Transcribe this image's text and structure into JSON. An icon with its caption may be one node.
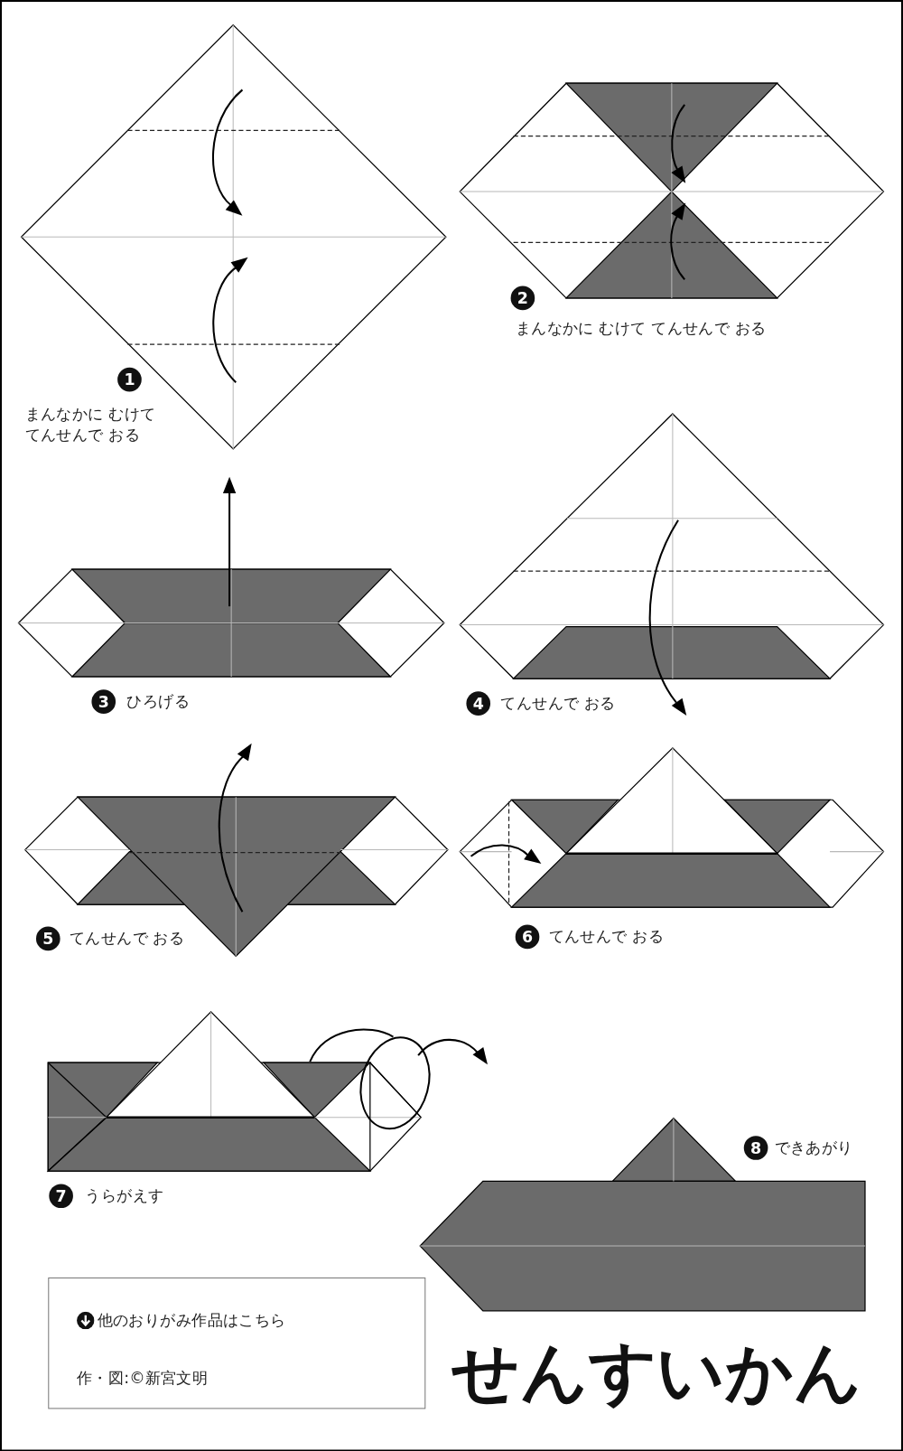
{
  "diagram": {
    "title": "せんすいかん",
    "nodes": [
      {
        "text": [
          "1"
        ],
        "beside": [
          "まんなかに むけててんせんで おる"
        ]
      },
      {
        "text": [
          "2"
        ],
        "beside": [
          "まんなかに むけて てんせんで おる"
        ]
      },
      {
        "text": [
          "3"
        ],
        "beside": [
          "ひろげる"
        ]
      },
      {
        "text": [
          "4"
        ],
        "beside": [
          "てんせんで おる"
        ]
      },
      {
        "text": [
          "5"
        ],
        "beside": [
          "てんせんで おる"
        ]
      },
      {
        "text": [
          "6"
        ],
        "beside": [
          "てんせんで おる"
        ]
      },
      {
        "text": [
          "7"
        ],
        "beside": [
          "うらがえす"
        ]
      },
      {
        "text": [
          "8"
        ],
        "beside": [
          "できあがり"
        ]
      },
      {
        "text": [
          "他のおりがみ作品はこちら",
          "作・図:©新宮文明"
        ]
      }
    ]
  }
}
